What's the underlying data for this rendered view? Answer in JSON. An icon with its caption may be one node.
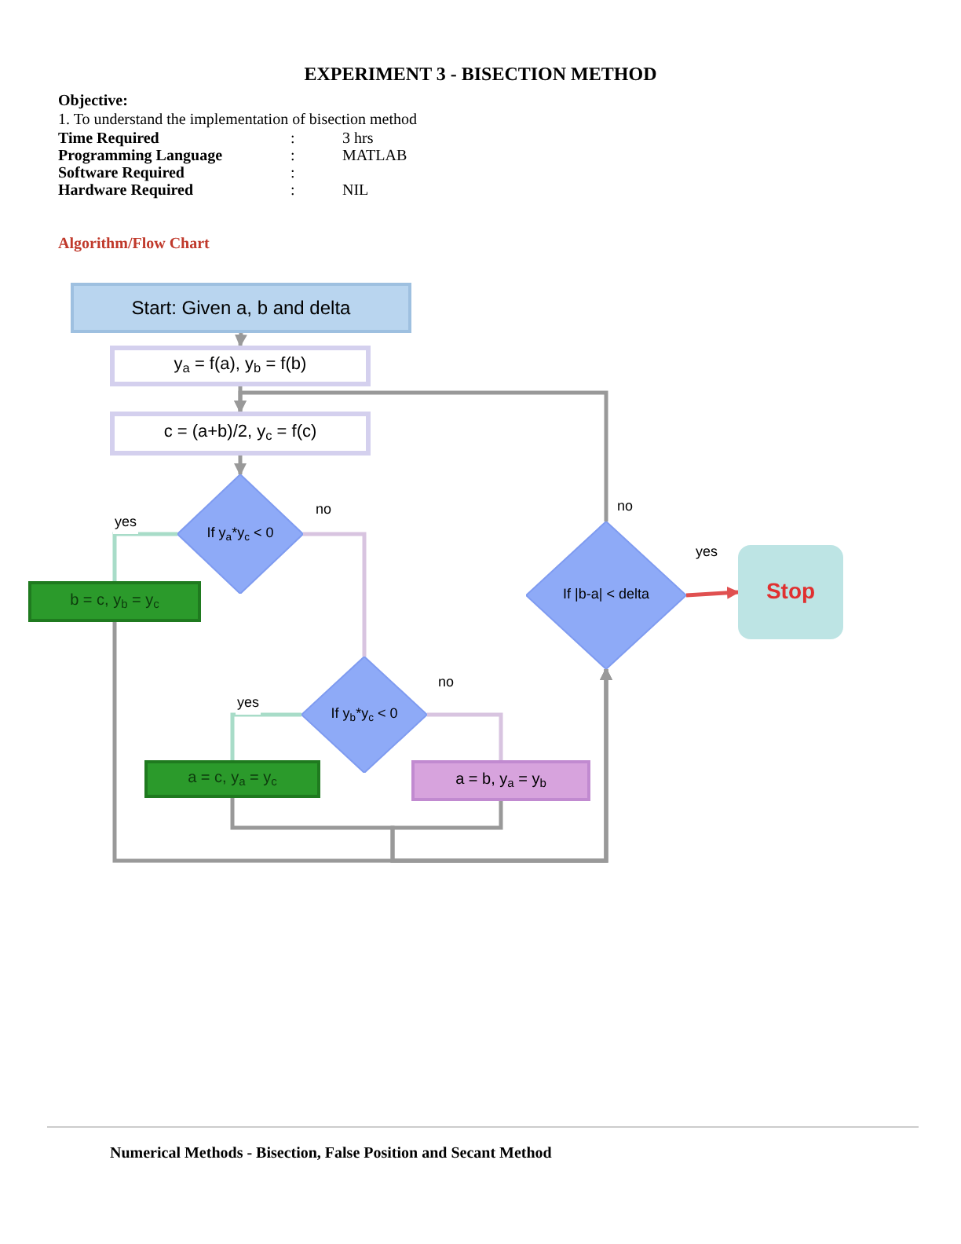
{
  "diagram": {
    "title": "EXPERIMENT 3 - BISECTION METHOD",
    "nodes": [
      {
        "text": [
          "Start: Given a, b and delta"
        ]
      },
      {
        "text": [
          "y$_{a}$ = f(a), y$_{b}$ = f(b)"
        ]
      },
      {
        "text": [
          "c = (a+b)/2, y$_{c}$ = f(c)"
        ]
      },
      {
        "text": [
          "If y$_{a}$*y$_{c}$ < 0"
        ]
      },
      {
        "text": [
          "b = c, y$_{b}$ = y$_{c}$"
        ]
      },
      {
        "text": [
          "If y$_{b}$*y$_{c}$ < 0"
        ]
      },
      {
        "text": [
          "a = c, y$_{a}$ = y$_{c}$"
        ]
      },
      {
        "text": [
          "a = b, y$_{a}$ = y$_{b}$"
        ]
      },
      {
        "text": [
          "If |b-a| < delta"
        ]
      },
      {
        "text": [
          "Stop"
        ]
      }
    ],
    "edges": [
      {
        "from": 0,
        "to": 1,
        "arrow": "to"
      },
      {
        "from": 1,
        "to": 2,
        "arrow": "to"
      },
      {
        "from": 2,
        "to": 3,
        "arrow": "to"
      },
      {
        "from": 3,
        "to": 4,
        "arrow": "none",
        "label": "yes",
        "color": "#a8dcc8"
      },
      {
        "from": 3,
        "to": 5,
        "arrow": "none",
        "label": "no",
        "color": "#d8c4e0"
      },
      {
        "from": 5,
        "to": 6,
        "arrow": "none",
        "label": "yes",
        "color": "#a8dcc8"
      },
      {
        "from": 5,
        "to": 7,
        "arrow": "none",
        "label": "no",
        "color": "#d8c4e0"
      },
      {
        "from": 4,
        "to": 8,
        "arrow": "to"
      },
      {
        "from": 6,
        "to": 8,
        "arrow": "to"
      },
      {
        "from": 7,
        "to": 8,
        "arrow": "to"
      },
      {
        "from": 8,
        "to": 9,
        "arrow": "to",
        "label": "yes",
        "color": "#e05050"
      },
      {
        "from": 8,
        "to": 2,
        "arrow": "to",
        "label": "no"
      }
    ],
    "labels": [
      "Objective:",
      "1. To understand the implementation of bisection method",
      "Time Required",
      ":",
      "3 hrs",
      "Programming Language",
      ":",
      "MATLAB",
      "Software Required",
      ":",
      "Hardware Required",
      ":",
      "NIL",
      "Algorithm/Flow Chart",
      "Numerical Methods - Bisection, False Position and Secant Method"
    ]
  }
}
